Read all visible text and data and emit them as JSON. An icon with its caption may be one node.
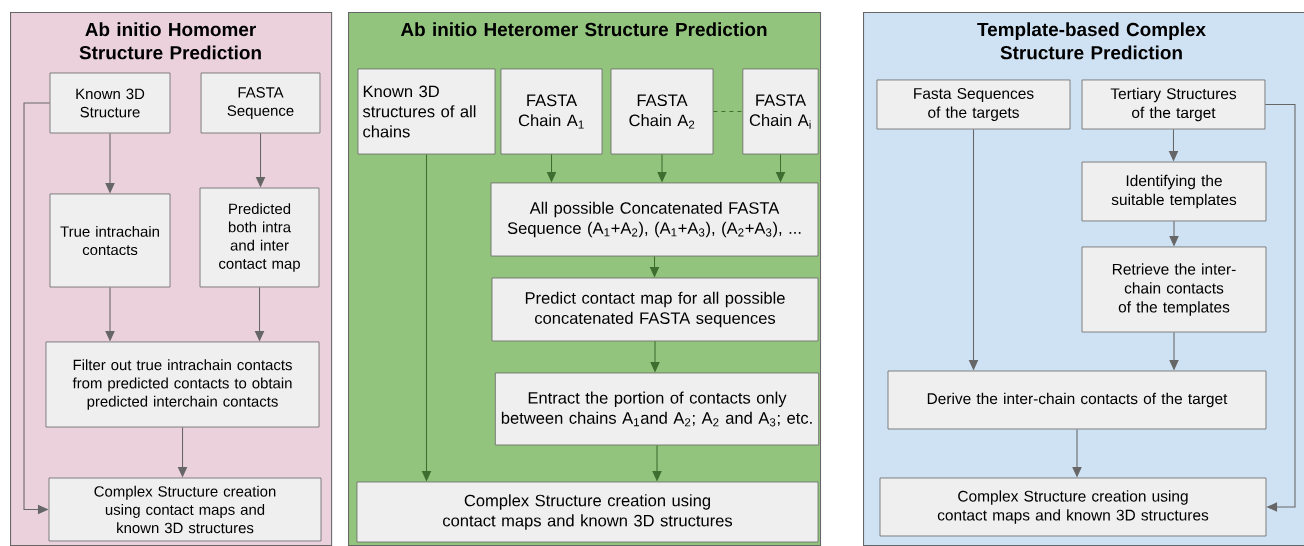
{
  "diagram": {
    "nodes": [
      {
        "text": [
          "Ab initio Homomer Structure Prediction"
        ]
      },
      {
        "text": [
          "Known 3D Structure"
        ],
        "in": 0
      },
      {
        "text": [
          "FASTA Sequence"
        ],
        "in": 0
      },
      {
        "text": [
          "True intrachain contacts"
        ],
        "in": 0
      },
      {
        "text": [
          "Predicted both intra and inter contact map"
        ],
        "in": 0
      },
      {
        "text": [
          "Filter out true intrachain contacts from predicted contacts to obtain predicted interchain contacts"
        ],
        "in": 0
      },
      {
        "text": [
          "Complex Structure creation using contact maps and known 3D structures"
        ],
        "in": 0
      },
      {
        "text": [
          "Ab initio Heteromer Structure Prediction"
        ]
      },
      {
        "text": [
          "Known 3D structures of all chains"
        ],
        "in": 7
      },
      {
        "text": [
          "FASTA Chain A$_{1}$"
        ],
        "in": 7
      },
      {
        "text": [
          "FASTA Chain A$_{2}$"
        ],
        "in": 7
      },
      {
        "text": [
          "FASTA Chain A$_{i}$"
        ],
        "in": 7
      },
      {
        "text": [
          "All possible Concatenated FASTA Sequence (A$_{1}$+A$_{2}$), (A$_{1}$+A$_{3}$), (A$_{2}$+A$_{3}$), ..."
        ],
        "in": 7
      },
      {
        "text": [
          "Predict contact map for all possible concatenated FASTA sequences"
        ],
        "in": 7
      },
      {
        "text": [
          "Entract the portion of contacts only between chains A$_{1}$and A$_{2}$; A$_{2}$ and A$_{3}$; etc."
        ],
        "in": 7
      },
      {
        "text": [
          "Complex Structure creation using contact maps and known 3D structures"
        ],
        "in": 7
      },
      {
        "text": [
          "Template-based Complex Structure Prediction"
        ]
      },
      {
        "text": [
          "Fasta Sequences of the targets"
        ],
        "in": 16
      },
      {
        "text": [
          "Tertiary Structures of the target"
        ],
        "in": 16
      },
      {
        "text": [
          "Identifying the suitable templates"
        ],
        "in": 16
      },
      {
        "text": [
          "Retrieve the inter-chain contacts of the templates"
        ],
        "in": 16
      },
      {
        "text": [
          "Derive the inter-chain contacts of the target"
        ],
        "in": 16
      },
      {
        "text": [
          "Complex Structure creation using contact maps and known 3D structures"
        ],
        "in": 16
      }
    ],
    "edges": [
      {
        "from": 1,
        "to": 3,
        "arrow": "to"
      },
      {
        "from": 2,
        "to": 4,
        "arrow": "to"
      },
      {
        "from": 3,
        "to": 5,
        "arrow": "to"
      },
      {
        "from": 4,
        "to": 5,
        "arrow": "to"
      },
      {
        "from": 5,
        "to": 6,
        "arrow": "to"
      },
      {
        "from": 1,
        "to": 6,
        "arrow": "to"
      },
      {
        "from": 10,
        "to": 11,
        "arrow": "none",
        "style": "dashed",
        "color": "#3f6e30"
      },
      {
        "from": 9,
        "to": 12,
        "arrow": "to",
        "color": "#3f6e30"
      },
      {
        "from": 10,
        "to": 12,
        "arrow": "to",
        "color": "#3f6e30"
      },
      {
        "from": 11,
        "to": 12,
        "arrow": "to",
        "color": "#3f6e30"
      },
      {
        "from": 12,
        "to": 13,
        "arrow": "to",
        "color": "#3f6e30"
      },
      {
        "from": 13,
        "to": 14,
        "arrow": "to",
        "color": "#3f6e30"
      },
      {
        "from": 14,
        "to": 15,
        "arrow": "to",
        "color": "#3f6e30"
      },
      {
        "from": 8,
        "to": 15,
        "arrow": "to",
        "color": "#3f6e30"
      },
      {
        "from": 18,
        "to": 19,
        "arrow": "to"
      },
      {
        "from": 19,
        "to": 20,
        "arrow": "to"
      },
      {
        "from": 20,
        "to": 21,
        "arrow": "to"
      },
      {
        "from": 17,
        "to": 21,
        "arrow": "to"
      },
      {
        "from": 21,
        "to": 22,
        "arrow": "to"
      },
      {
        "from": 18,
        "to": 22,
        "arrow": "to"
      }
    ]
  }
}
